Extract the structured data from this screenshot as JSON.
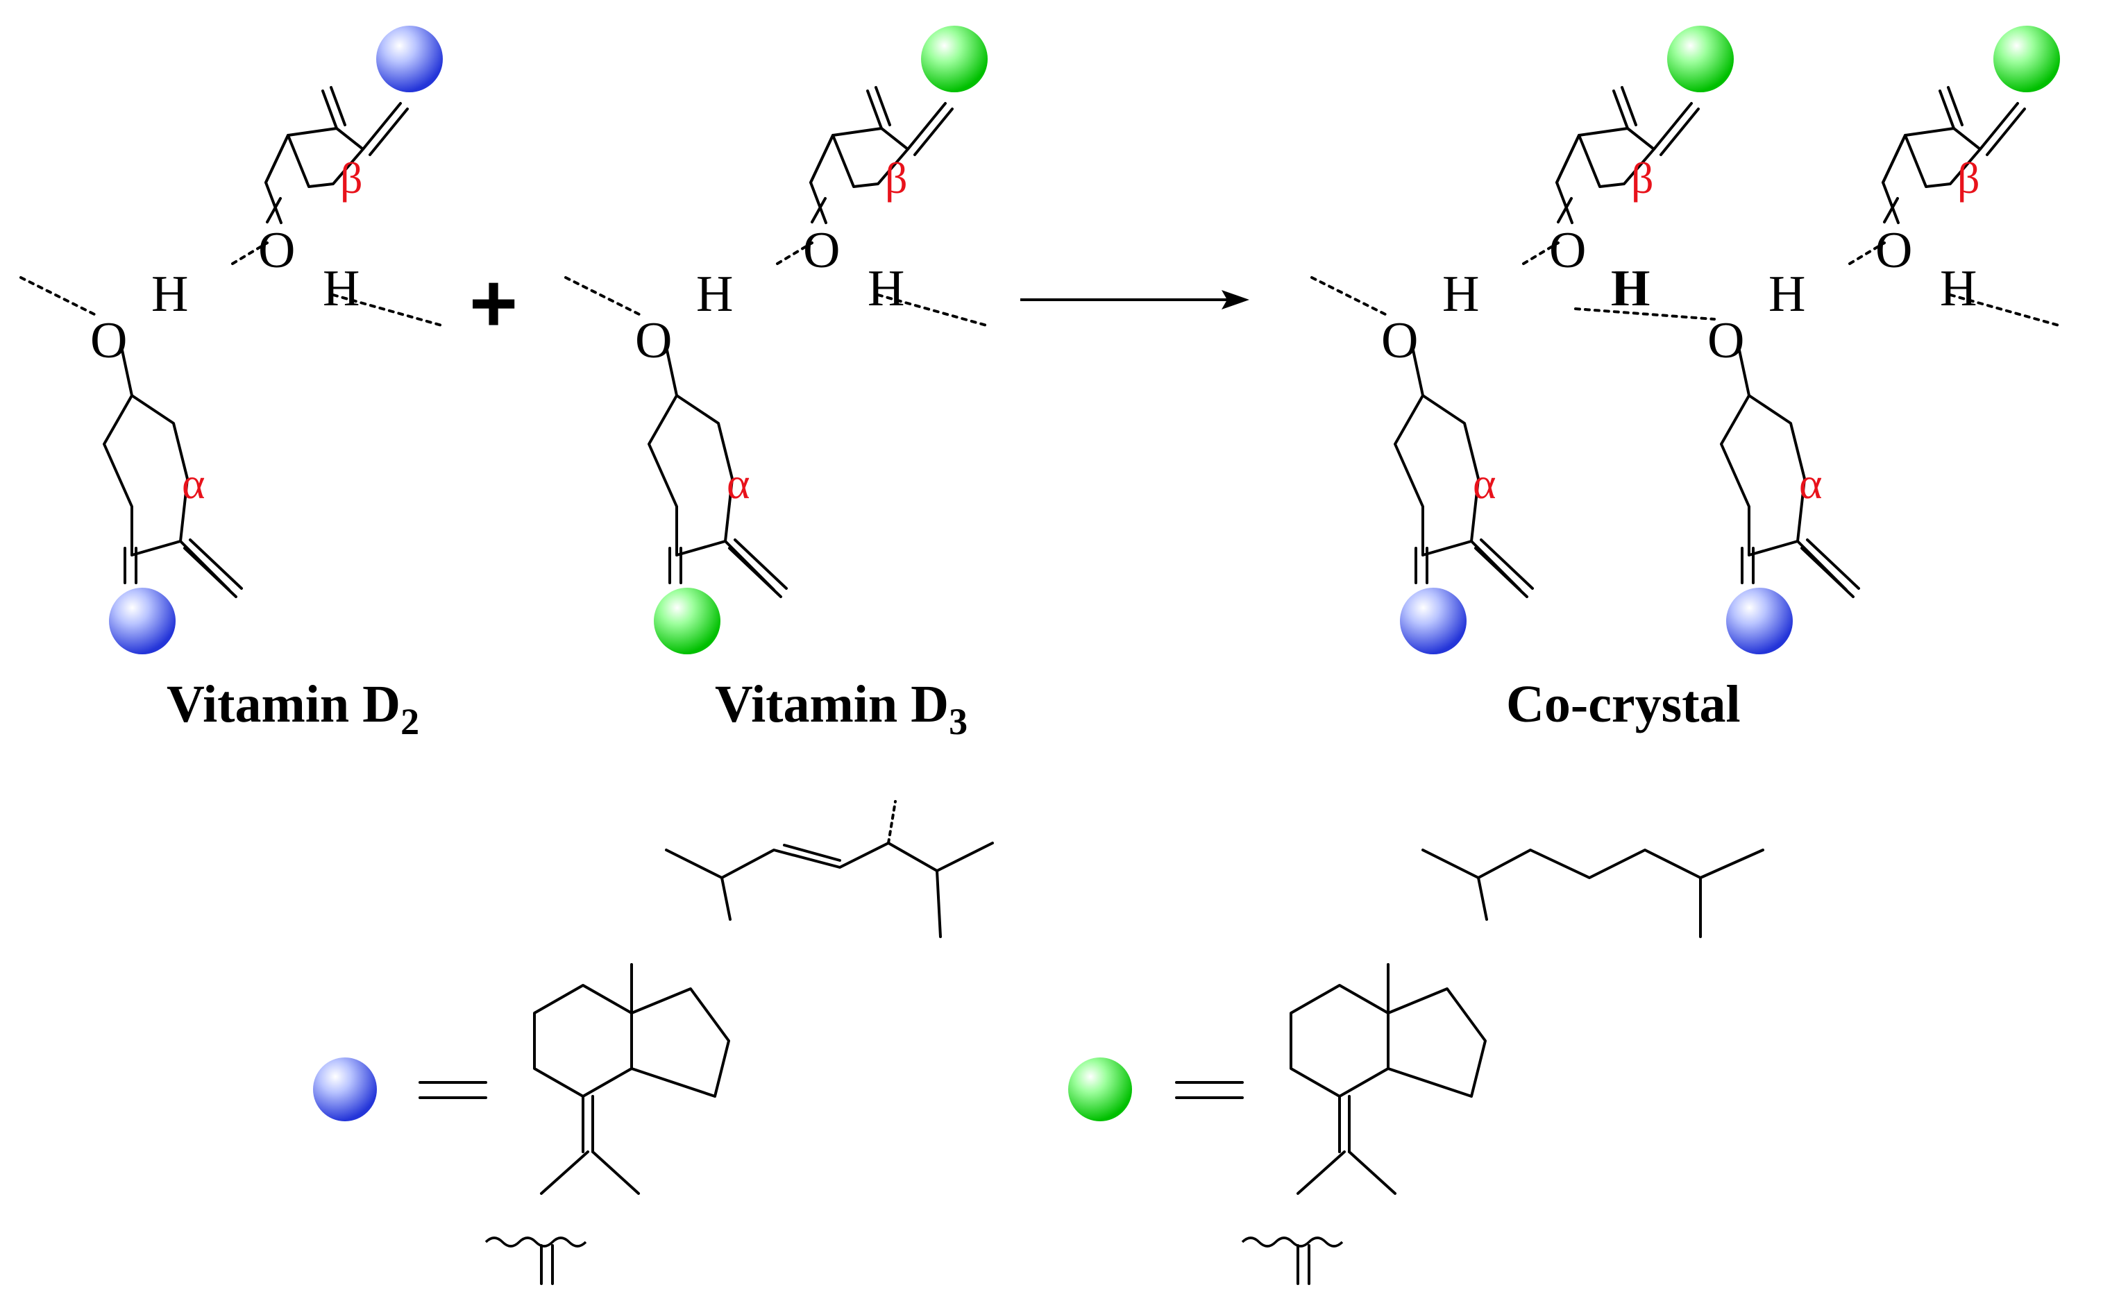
{
  "colors": {
    "d2_sphere": "#3a4fe0",
    "d3_sphere": "#10d010",
    "greek": "#e8121b",
    "ink": "#000000"
  },
  "symbols": {
    "oxygen": "O",
    "hydrogen": "H",
    "alpha": "α",
    "beta": "β",
    "plus": "+"
  },
  "reaction": {
    "reactant1": {
      "name": "Vitamin D",
      "sub": "2"
    },
    "reactant2": {
      "name": "Vitamin D",
      "sub": "3"
    },
    "product": {
      "name": "Co-crystal"
    }
  },
  "legend": {
    "equals": "═"
  }
}
